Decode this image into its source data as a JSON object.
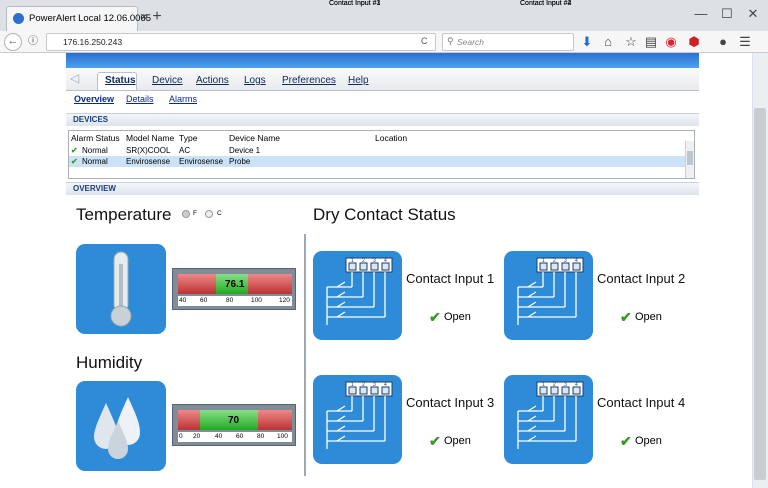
{
  "browser": {
    "tab_title": "PowerAlert Local 12.06.0065",
    "tab_close": "×",
    "new_tab": "+",
    "url": "176.16.250.243",
    "search_placeholder": "Search",
    "reload": "C",
    "win_min": "—",
    "win_max": "☐",
    "win_close": "✕"
  },
  "nav": {
    "back": "◁",
    "tabs": [
      "Status",
      "Device",
      "Actions",
      "Logs",
      "Preferences",
      "Help"
    ],
    "subtabs": [
      "Overview",
      "Details",
      "Alarms"
    ]
  },
  "devices": {
    "heading": "DEVICES",
    "columns": [
      "Alarm Status",
      "Model Name",
      "Type",
      "Device Name",
      "Location"
    ],
    "rows": [
      {
        "status": "Normal",
        "model": "SR(X)COOL",
        "type": "AC",
        "name": "Device 1",
        "location": ""
      },
      {
        "status": "Normal",
        "model": "Envirosense",
        "type": "Envirosense",
        "name": "Probe",
        "location": ""
      }
    ]
  },
  "overview": {
    "heading": "OVERVIEW",
    "temperature": {
      "title": "Temperature",
      "unit_f": "F",
      "unit_c": "C",
      "selected_unit": "F",
      "value": "76.1",
      "ticks": [
        "40",
        "60",
        "80",
        "100",
        "120"
      ]
    },
    "humidity": {
      "title": "Humidity",
      "value": "70",
      "ticks": [
        "0",
        "20",
        "40",
        "60",
        "80",
        "100"
      ]
    },
    "dry_contact": {
      "title": "Dry Contact Status",
      "inputs": [
        {
          "caption": "Contact Input #1",
          "label": "Contact Input 1",
          "status": "Open",
          "pins": [
            "1",
            "2",
            "3",
            "4"
          ]
        },
        {
          "caption": "Contact Input #2",
          "label": "Contact Input 2",
          "status": "Open",
          "pins": [
            "1",
            "2",
            "3",
            "4"
          ]
        },
        {
          "caption": "Contact Input #3",
          "label": "Contact Input 3",
          "status": "Open",
          "pins": [
            "1",
            "2",
            "3",
            "4"
          ]
        },
        {
          "caption": "Contact Input #4",
          "label": "Contact Input 4",
          "status": "Open",
          "pins": [
            "1",
            "2",
            "3",
            "4"
          ]
        }
      ]
    }
  },
  "colors": {
    "accent": "#2d8bd8",
    "ok": "#3a9a2a"
  }
}
